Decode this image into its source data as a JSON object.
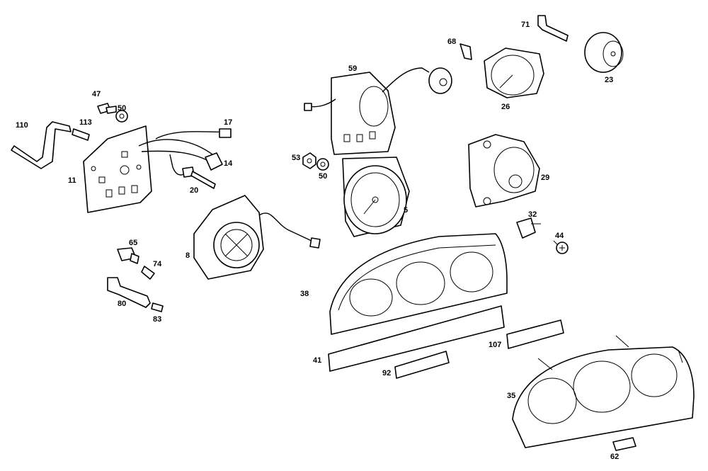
{
  "callouts": [
    {
      "id": "110",
      "label": "110"
    },
    {
      "id": "113",
      "label": "113"
    },
    {
      "id": "47",
      "label": "47"
    },
    {
      "id": "50a",
      "label": "50"
    },
    {
      "id": "17",
      "label": "17"
    },
    {
      "id": "14",
      "label": "14"
    },
    {
      "id": "11",
      "label": "11"
    },
    {
      "id": "20",
      "label": "20"
    },
    {
      "id": "59",
      "label": "59"
    },
    {
      "id": "53",
      "label": "53"
    },
    {
      "id": "50b",
      "label": "50"
    },
    {
      "id": "5",
      "label": "5"
    },
    {
      "id": "68",
      "label": "68"
    },
    {
      "id": "71",
      "label": "71"
    },
    {
      "id": "23",
      "label": "23"
    },
    {
      "id": "26",
      "label": "26"
    },
    {
      "id": "29",
      "label": "29"
    },
    {
      "id": "32",
      "label": "32"
    },
    {
      "id": "44",
      "label": "44"
    },
    {
      "id": "65",
      "label": "65"
    },
    {
      "id": "74",
      "label": "74"
    },
    {
      "id": "8",
      "label": "8"
    },
    {
      "id": "80",
      "label": "80"
    },
    {
      "id": "83",
      "label": "83"
    },
    {
      "id": "38",
      "label": "38"
    },
    {
      "id": "41",
      "label": "41"
    },
    {
      "id": "92",
      "label": "92"
    },
    {
      "id": "107",
      "label": "107"
    },
    {
      "id": "35",
      "label": "35"
    },
    {
      "id": "62",
      "label": "62"
    }
  ]
}
